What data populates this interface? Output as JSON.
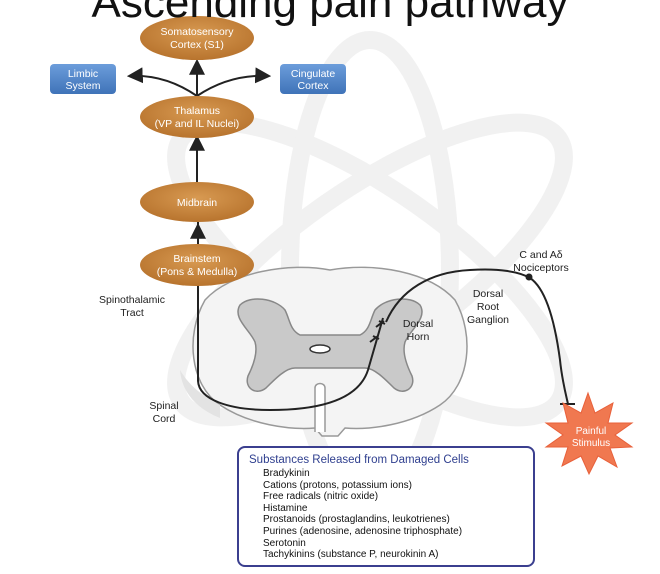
{
  "title": "Ascending pain pathway",
  "nodes": {
    "s1": [
      "Somatosensory",
      "Cortex (S1)"
    ],
    "limbic": [
      "Limbic",
      "System"
    ],
    "cingulate": [
      "Cingulate",
      "Cortex"
    ],
    "thalamus": [
      "Thalamus",
      "(VP and IL Nuclei)"
    ],
    "midbrain": "Midbrain",
    "brainstem": [
      "Brainstem",
      "(Pons & Medulla)"
    ]
  },
  "labels": {
    "spinothalamic": [
      "Spinothalamic",
      "Tract"
    ],
    "spinal_cord": [
      "Spinal",
      "Cord"
    ],
    "dorsal_horn": [
      "Dorsal",
      "Horn"
    ],
    "drg": [
      "Dorsal",
      "Root",
      "Ganglion"
    ],
    "nociceptors": [
      "C and Aδ",
      "Nociceptors"
    ],
    "stimulus": [
      "Painful",
      "Stimulus"
    ]
  },
  "substances": {
    "title": "Substances Released from Damaged Cells",
    "items": [
      "Bradykinin",
      "Cations (protons, potassium ions)",
      "Free radicals (nitric oxide)",
      "Histamine",
      "Prostanoids (prostaglandins, leukotrienes)",
      "Purines (adenosine, adenosine triphosphate)",
      "Serotonin",
      "Tachykinins (substance P, neurokinin A)"
    ]
  },
  "colors": {
    "brain_node": "#c8843a",
    "cortex_box": "#5b8fd0",
    "stimulus": "#f07850",
    "box_border": "#3b3f8f",
    "box_title": "#2f3f8f"
  }
}
